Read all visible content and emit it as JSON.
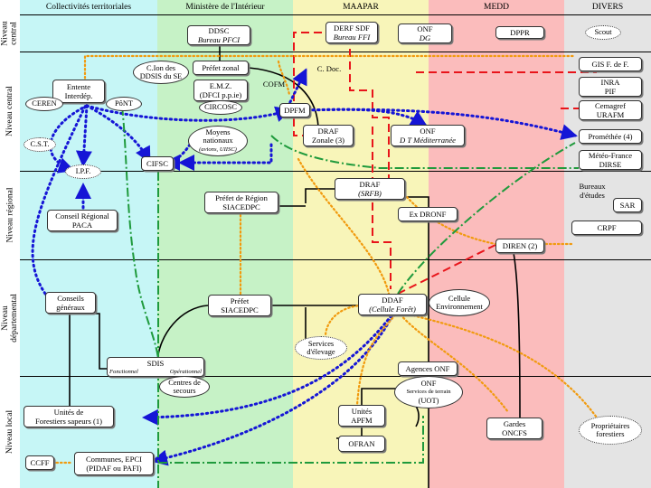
{
  "columns": {
    "collectivites": "Collectivités territoriales",
    "interieur": "Ministère de l'Intérieur",
    "maapar": "MAAPAR",
    "medd": "MEDD",
    "divers": "DIVERS"
  },
  "colors": {
    "collectivites": "#c6f6f6",
    "interieur": "#c6f2c6",
    "maapar": "#f8f5b9",
    "medd": "#fbbcbc",
    "divers": "#e4e4e4",
    "red_dashed": "#e8141a",
    "blue_dotted": "#1515d6",
    "orange_dotted": "#f19a0e",
    "green_dashdot": "#1f9a3c",
    "black_solid": "#000000"
  },
  "rows": {
    "central1": "Niveau central",
    "central2": "Niveau central",
    "regional": "Niveau régional",
    "departemental": "Niveau départemental",
    "local": "Niveau local"
  },
  "nodes": {
    "ddsc": {
      "l1": "DDSC",
      "l2": "Bureau PFCI"
    },
    "derf": {
      "l1": "DERF SDF",
      "l2": "Bureau FFI"
    },
    "onf_dg": {
      "l1": "ONF",
      "l2": "DG"
    },
    "dppr": "DPPR",
    "scout": "Scout",
    "cion": {
      "l1": "C.Ion des",
      "l2": "DDSIS du SE"
    },
    "prefet_zonal": "Préfet zonal",
    "entente": {
      "l1": "Entente",
      "l2": "Interdép."
    },
    "ceren": "CEREN",
    "pont": "PôNT",
    "emz": {
      "l1": "E.M.Z.",
      "l2": "(DFCI p.p.ie)"
    },
    "circosc": "CIRCOSC",
    "cofm": "COFM",
    "cdoc": "C. Doc.",
    "dpfm": "DPFM",
    "gis": "GIS F. de F.",
    "inra": {
      "l1": "INRA",
      "l2": "PIF"
    },
    "cemagref": {
      "l1": "Cemagref",
      "l2": "URAFM"
    },
    "cst": "C.S.T.",
    "moyens": {
      "l1": "Moyens",
      "l2": "nationaux",
      "l3": "(avions, UIISC)"
    },
    "draf_zonale": {
      "l1": "DRAF",
      "l2": "Zonale (3)"
    },
    "onf_dt": {
      "l1": "ONF",
      "l2": "D T Méditerranée"
    },
    "promethee": "Prométhée (4)",
    "cifsc": "CIFSC",
    "meteo": {
      "l1": "Météo-France",
      "l2": "DIRSE"
    },
    "ipf": "I.P.F.",
    "draf_srfb": {
      "l1": "DRAF",
      "l2": "(SRFB)"
    },
    "prefet_region": {
      "l1": "Préfet de Région",
      "l2": "SIACEDPC"
    },
    "bureaux": {
      "l1": "Bureaux",
      "l2": "d'études"
    },
    "sar": "SAR",
    "ex_dronf": "Ex DRONF",
    "conseil_regional": {
      "l1": "Conseil Régional",
      "l2": "PACA"
    },
    "crpf": "CRPF",
    "diren": "DIREN (2)",
    "conseils_generaux": {
      "l1": "Conseils",
      "l2": "généraux"
    },
    "prefet_dep": {
      "l1": "Préfet",
      "l2": "SIACEDPC"
    },
    "ddaf": {
      "l1": "DDAF",
      "l2": "(Cellule Forêt)"
    },
    "cellule_env": {
      "l1": "Cellule",
      "l2": "Environnement"
    },
    "services_elevage": {
      "l1": "Services",
      "l2": "d'élevage"
    },
    "sdis": {
      "l1": "SDIS",
      "l2": "Fonctionnel",
      "l3": "Opérationnel"
    },
    "centres": {
      "l1": "Centres de",
      "l2": "secours"
    },
    "agences_onf": "Agences ONF",
    "onf_uot": {
      "l1": "ONF",
      "l2": "Services de terrain",
      "l3": "(UOT)"
    },
    "unites_fs": {
      "l1": "Unités de",
      "l2": "Forestiers sapeurs (1)"
    },
    "unites_apfm": {
      "l1": "Unités",
      "l2": "APFM"
    },
    "gardes": {
      "l1": "Gardes",
      "l2": "ONCFS"
    },
    "proprietaires": {
      "l1": "Propriétaires",
      "l2": "forestiers"
    },
    "ofran": "OFRAN",
    "ccff": "CCFF",
    "communes": {
      "l1": "Communes, EPCI",
      "l2": "(PIDAF ou PAFI)"
    }
  }
}
